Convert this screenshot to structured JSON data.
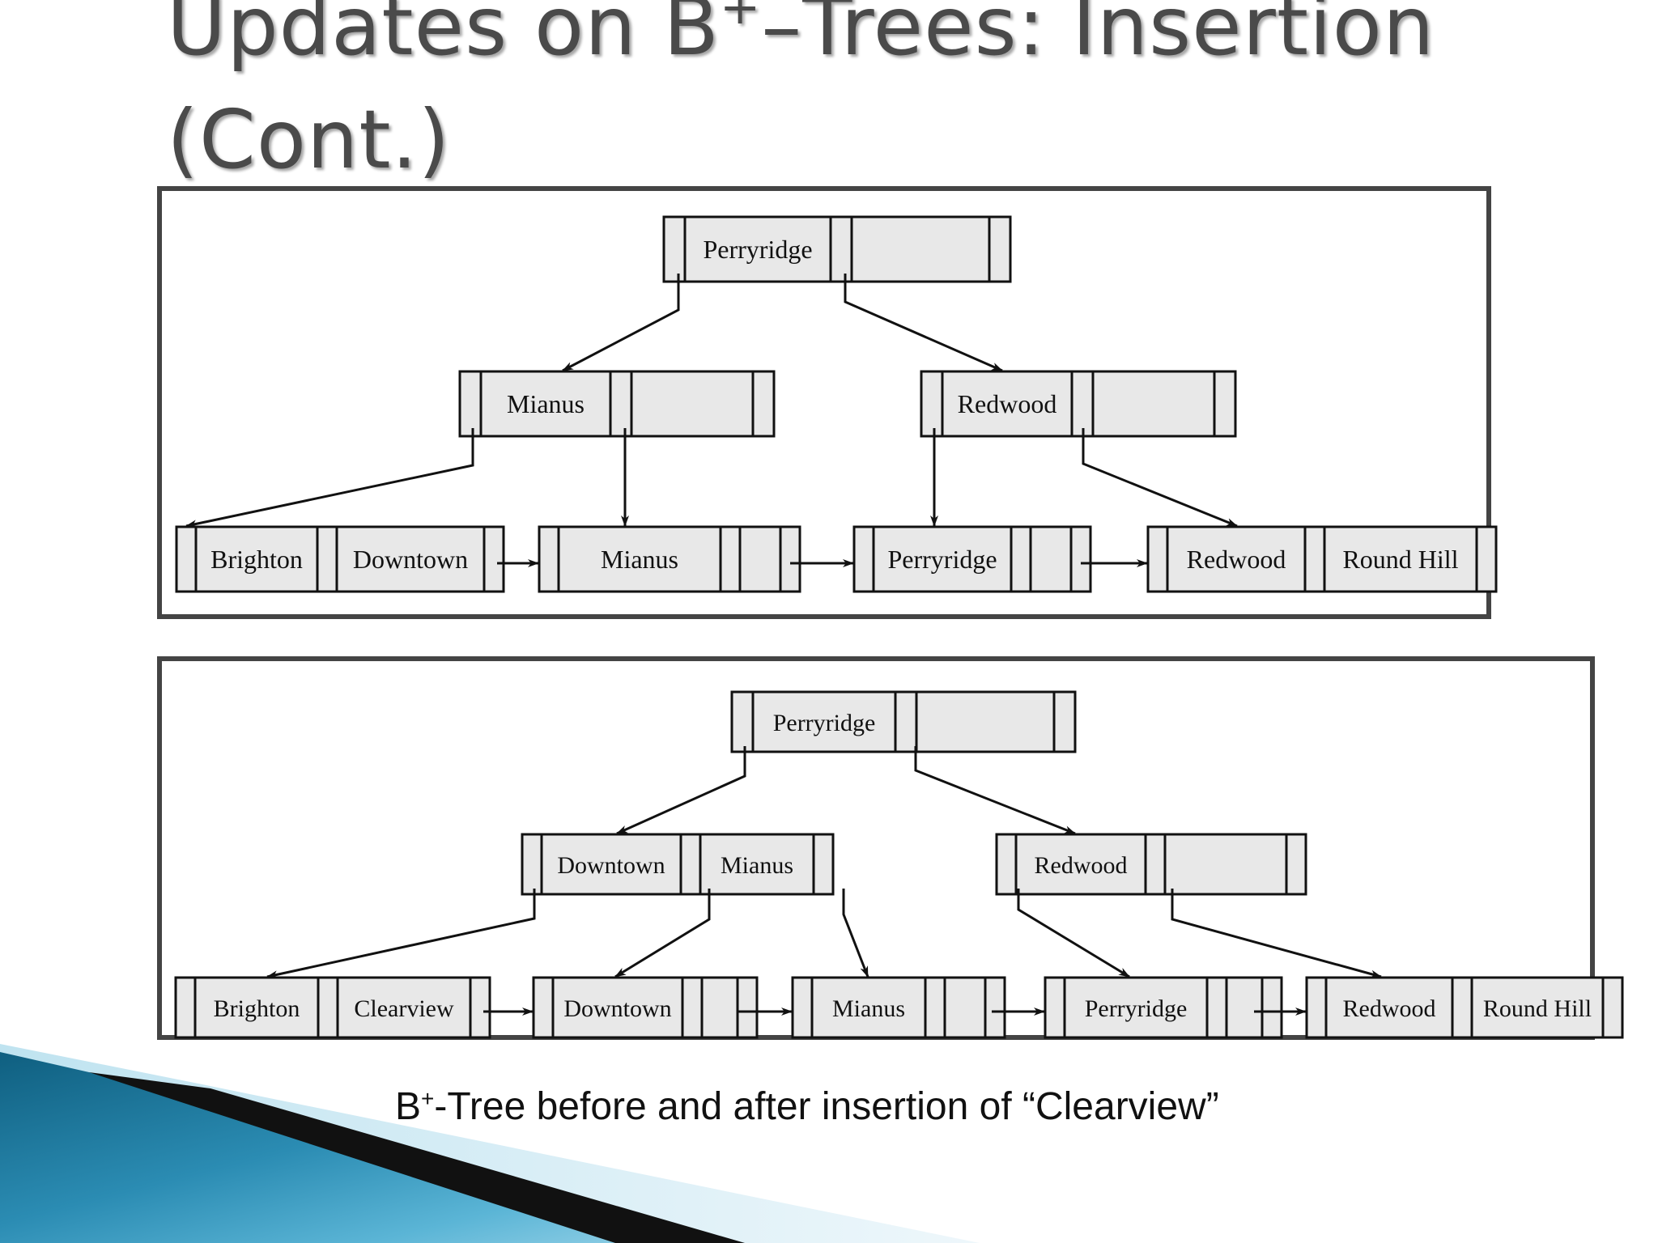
{
  "title": {
    "line1_prefix": "Updates on B",
    "line1_sup": "+",
    "line1_suffix": "–Trees:  Insertion",
    "line2": "(Cont.)"
  },
  "before_tree": {
    "root": [
      "Perryridge",
      ""
    ],
    "internal": [
      [
        "Mianus",
        ""
      ],
      [
        "Redwood",
        ""
      ]
    ],
    "leaves": [
      [
        "Brighton",
        "Downtown"
      ],
      [
        "Mianus",
        ""
      ],
      [
        "Perryridge",
        ""
      ],
      [
        "Redwood",
        "Round Hill"
      ]
    ]
  },
  "after_tree": {
    "root": [
      "Perryridge",
      ""
    ],
    "internal": [
      [
        "Downtown",
        "Mianus"
      ],
      [
        "Redwood",
        ""
      ]
    ],
    "leaves": [
      [
        "Brighton",
        "Clearview"
      ],
      [
        "Downtown",
        ""
      ],
      [
        "Mianus",
        ""
      ],
      [
        "Perryridge",
        ""
      ],
      [
        "Redwood",
        "Round Hill"
      ]
    ]
  },
  "caption": {
    "prefix": "B",
    "sup": "+",
    "text": "-Tree before and after insertion of “Clearview”"
  },
  "colors": {
    "node_fill": "#e8e8e8",
    "frame": "#444444",
    "title": "#4a4a4a",
    "accent_blue": "#1f7fa6"
  }
}
